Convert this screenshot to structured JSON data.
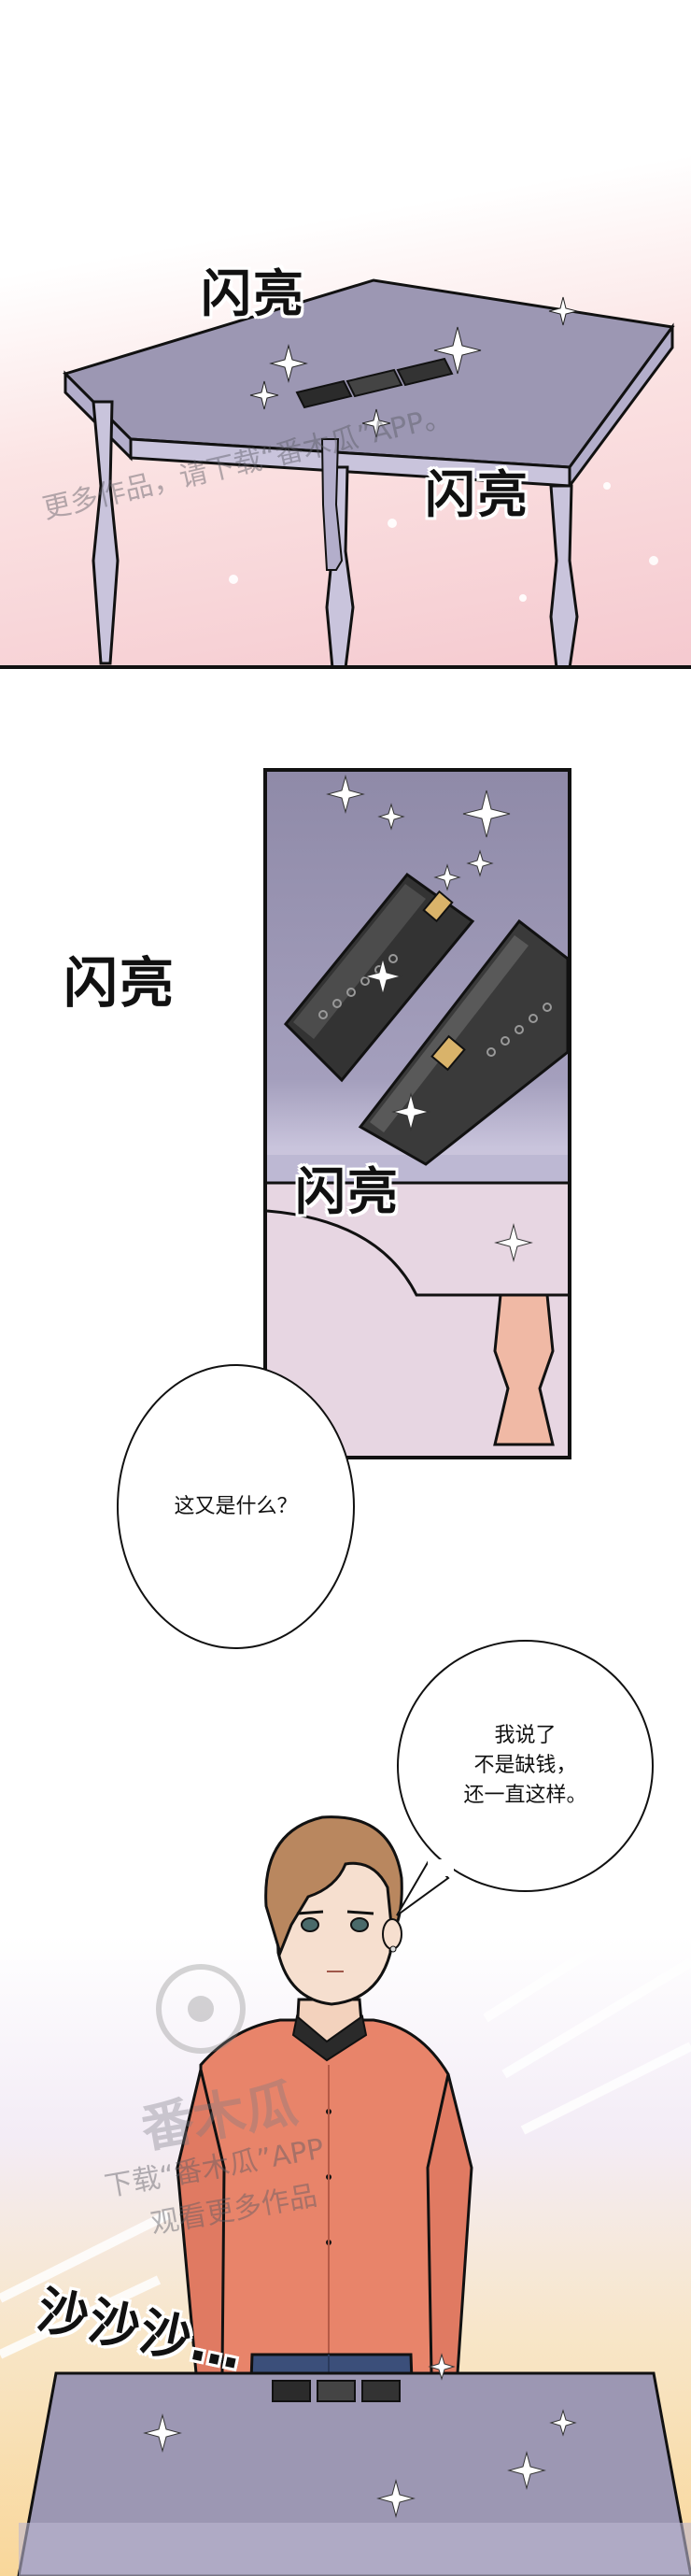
{
  "panels": {
    "top": {
      "sfx_1": "闪亮",
      "sfx_2": "闪亮",
      "watermark": "更多作品，请下载“番木瓜”APP。"
    },
    "middle": {
      "sfx_left": "闪亮",
      "sfx_inside": "闪亮"
    },
    "bottom": {
      "bubble_1": "这又是什么？",
      "bubble_2": "我说了\n不是缺钱，\n还一直这样。",
      "sfx_sound": "沙沙沙…",
      "watermark_logo": "番木瓜",
      "watermark_line1": "下载“番木瓜”APP",
      "watermark_line2": "观看更多作品"
    }
  },
  "colors": {
    "table_top": "#9c97b3",
    "table_edge": "#c9c4dc",
    "sky_pink": "#f8d7d7",
    "shirt": "#e8846a",
    "hair": "#b9875f",
    "jeans": "#3b4f7a"
  }
}
